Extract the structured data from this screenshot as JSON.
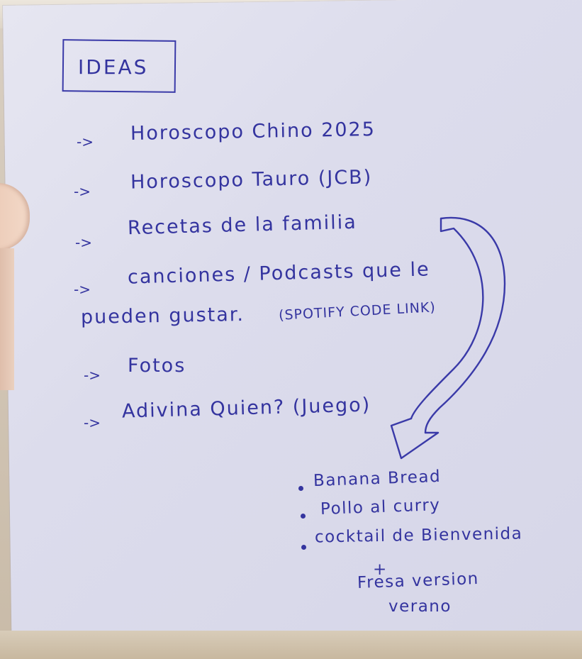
{
  "note": {
    "title": "IDEAS",
    "items": [
      {
        "arrow": "->",
        "text": "Horoscopo Chino 2025"
      },
      {
        "arrow": "->",
        "text": "Horoscopo Tauro (JCB)"
      },
      {
        "arrow": "->",
        "text": "Recetas de la familia"
      },
      {
        "arrow": "->",
        "text": "canciones / Podcasts que le",
        "continuation": "pueden gustar.",
        "note": "(SPOTIFY CODE LINK)"
      },
      {
        "arrow": "->",
        "text": "Fotos"
      },
      {
        "arrow": "->",
        "text": "Adivina Quien? (Juego)"
      }
    ],
    "recipes": [
      "Banana Bread",
      "Pollo al curry",
      "cocktail de Bienvenida"
    ],
    "plus": "+",
    "extra_line1": "Fresa version",
    "extra_line2": "verano"
  },
  "colors": {
    "ink": "#34349f",
    "paper": "#dedeee",
    "desk": "#d2c5b3"
  }
}
